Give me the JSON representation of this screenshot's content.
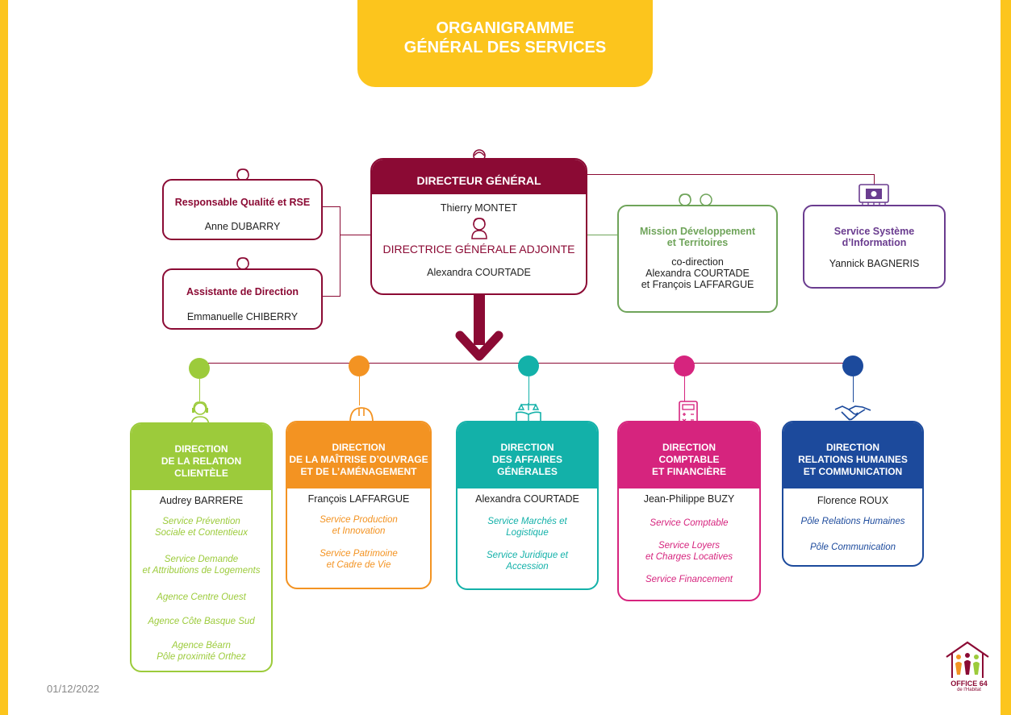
{
  "title": {
    "line1": "ORGANIGRAMME",
    "line2": "GÉNÉRAL DES SERVICES"
  },
  "direction_generale": {
    "head": "DIRECTEUR GÉNÉRAL",
    "dg_name": "Thierry MONTET",
    "adjointe_title": "DIRECTRICE GÉNÉRALE ADJOINTE",
    "adjointe_name": "Alexandra COURTADE"
  },
  "qualite": {
    "title": "Responsable Qualité et RSE",
    "name": "Anne DUBARRY"
  },
  "assistante": {
    "title": "Assistante de Direction",
    "name": "Emmanuelle CHIBERRY"
  },
  "mission": {
    "title_line1": "Mission Développement",
    "title_line2": "et Territoires",
    "line1": "co-direction",
    "line2": "Alexandra COURTADE",
    "line3": "et François LAFFARGUE"
  },
  "ssi": {
    "title_line1": "Service Système",
    "title_line2": "d’Information",
    "name": "Yannick BAGNERIS"
  },
  "directions": [
    {
      "head": [
        "DIRECTION",
        "DE LA RELATION",
        "CLIENTÈLE"
      ],
      "name": "Audrey BARRERE",
      "color": "#9ccb3b",
      "services": [
        "Service Prévention\nSociale et Contentieux",
        "Service Demande\net Attributions de Logements",
        "Agence Centre Ouest",
        "Agence Côte Basque Sud",
        "Agence Béarn\nPôle proximité Orthez"
      ]
    },
    {
      "head": [
        "DIRECTION",
        "DE LA MAÎTRISE D’OUVRAGE",
        "ET DE L’AMÉNAGEMENT"
      ],
      "name": "François LAFFARGUE",
      "color": "#f39322",
      "services": [
        "Service Production\net Innovation",
        "Service Patrimoine\net Cadre de Vie"
      ]
    },
    {
      "head": [
        "DIRECTION",
        "DES AFFAIRES",
        "GÉNÉRALES"
      ],
      "name": "Alexandra COURTADE",
      "color": "#13b1a9",
      "services": [
        "Service Marchés et\nLogistique",
        "Service Juridique et\nAccession"
      ]
    },
    {
      "head": [
        "DIRECTION",
        "COMPTABLE",
        "ET FINANCIÈRE"
      ],
      "name": "Jean-Philippe BUZY",
      "color": "#d6247e",
      "services": [
        "Service Comptable",
        "Service Loyers\net Charges Locatives",
        "Service Financement"
      ]
    },
    {
      "head": [
        "DIRECTION",
        "RELATIONS HUMAINES",
        "ET COMMUNICATION"
      ],
      "name": "Florence ROUX",
      "color": "#1c4a9c",
      "services": [
        "Pôle Relations Humaines",
        "Pôle Communication"
      ]
    }
  ],
  "colors": {
    "yellow": "#fcc51d",
    "bordeaux": "#8b0a34",
    "green_mission": "#6fa45a",
    "purple_ssi": "#6a3c8f",
    "green": "#9ccb3b",
    "orange": "#f39322",
    "teal": "#13b1a9",
    "pink": "#d6247e",
    "blue": "#1c4a9c"
  },
  "date": "01/12/2022",
  "logo": {
    "line1": "OFFICE 64",
    "line2": "de l'Habitat"
  }
}
